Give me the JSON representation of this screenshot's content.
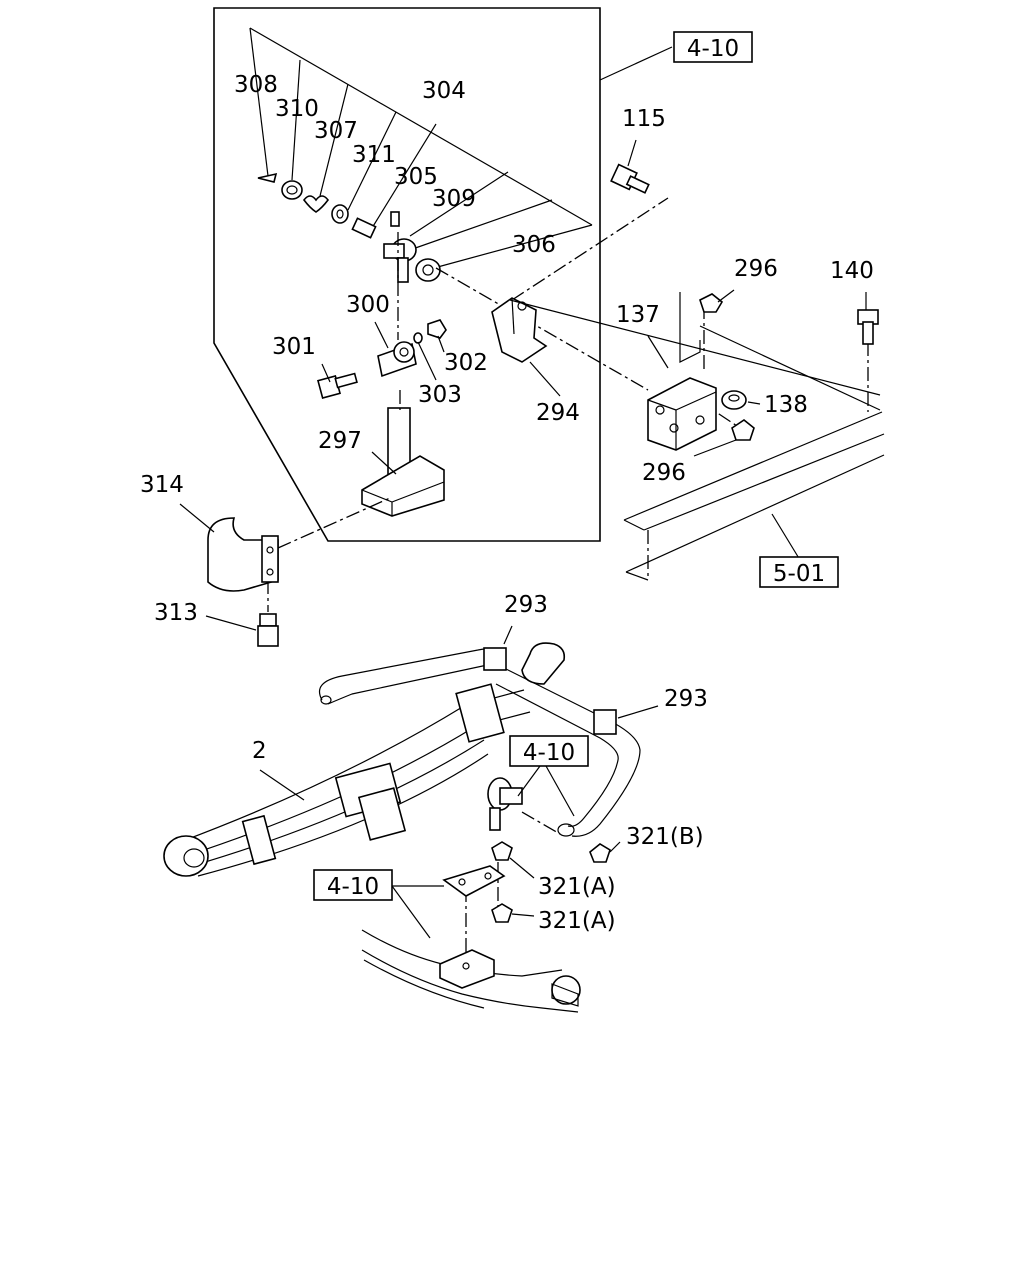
{
  "labels": {
    "p308": "308",
    "p310": "310",
    "p304": "304",
    "p307": "307",
    "p311": "311",
    "p305": "305",
    "p309": "309",
    "p306": "306",
    "p300": "300",
    "p301": "301",
    "p302": "302",
    "p303": "303",
    "p297": "297",
    "p294": "294",
    "p115": "115",
    "p296a": "296",
    "p296b": "296",
    "p137": "137",
    "p138": "138",
    "p140": "140",
    "p314": "314",
    "p313": "313",
    "p293a": "293",
    "p293b": "293",
    "p2": "2",
    "p321b": "321(B)",
    "p321a1": "321(A)",
    "p321a2": "321(A)"
  },
  "refs": {
    "ref_top": "4-10",
    "ref_frame": "5-01",
    "ref_mid": "4-10",
    "ref_low": "4-10"
  }
}
